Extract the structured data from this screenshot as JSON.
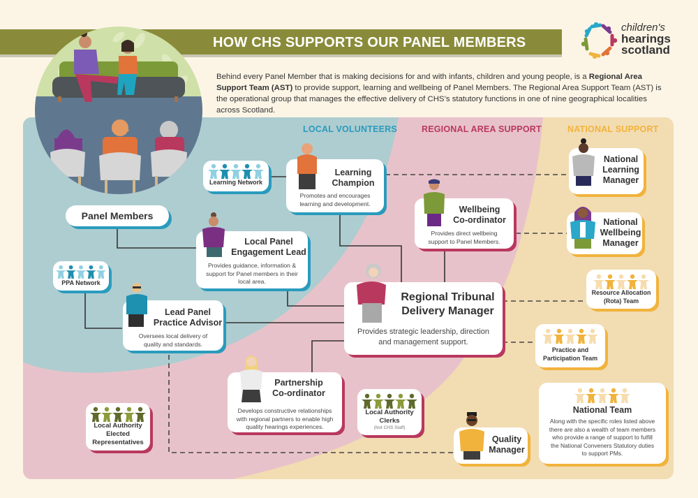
{
  "header": {
    "title": "HOW CHS SUPPORTS OUR PANEL MEMBERS",
    "logo": {
      "line1": "children's",
      "line2": "hearings",
      "line3": "scotland",
      "icon": "ring-of-people-logo"
    }
  },
  "intro": {
    "part1": "Behind every Panel Member that is making decisions for and with infants, children and young people, is a ",
    "bold": "Regional Area Support Team (AST)",
    "part2": " to provide support, learning and wellbeing of Panel Members. The Regional Area Support Team (AST) is the operational group that manages the effective delivery of CHS’s statutory functions in one of nine geographical localities across Scotland."
  },
  "zones": {
    "local": {
      "label": "LOCAL VOLUNTEERS",
      "color": "#2a9bbd"
    },
    "regional": {
      "label": "REGIONAL  AREA SUPPORT",
      "color": "#b9385e"
    },
    "national": {
      "label": "NATIONAL SUPPORT",
      "color": "#f1b33c"
    }
  },
  "colors": {
    "title_bar": "#8a8b3a",
    "local_bg": "#aecdd0",
    "regional_bg": "#e8c2ca",
    "national_bg": "#f2dcb2",
    "page_bg": "#fcf5e6"
  },
  "nodes": {
    "panel_members": {
      "title": "Panel Members"
    },
    "learning_network": {
      "title": "Learning Network",
      "icon": "people-chain-icon"
    },
    "learning_champion": {
      "title_1": "Learning",
      "title_2": "Champion",
      "desc_1": "Promotes and encourages",
      "desc_2": "learning and development."
    },
    "local_panel_engagement_lead": {
      "title_1": "Local Panel",
      "title_2": "Engagement Lead",
      "desc_1": "Provides guidance, information &",
      "desc_2": "support for Panel members in their",
      "desc_3": "local area."
    },
    "ppa_network": {
      "title": "PPA Network",
      "icon": "people-chain-icon"
    },
    "lead_panel_practice_advisor": {
      "title_1": "Lead Panel",
      "title_2": "Practice Advisor",
      "desc_1": "Oversees local delivery of",
      "desc_2": "quality and standards."
    },
    "wellbeing_coordinator": {
      "title_1": "Wellbeing",
      "title_2": "Co-ordinator",
      "desc_1": "Provides direct wellbeing",
      "desc_2": "support to Panel Members."
    },
    "regional_tribunal_delivery_manager": {
      "title_1": "Regional Tribunal",
      "title_2": "Delivery Manager",
      "desc_1": "Provides strategic leadership, direction",
      "desc_2": "and management support."
    },
    "partnership_coordinator": {
      "title_1": "Partnership",
      "title_2": "Co-ordinator",
      "desc_1": "Develops constructive relationships",
      "desc_2": "with regional partners to enable high",
      "desc_3": "quality hearings experiences."
    },
    "local_authority_clerks": {
      "title_1": "Local Authority",
      "title_2": "Clerks",
      "sub": "(Not CHS Staff)",
      "icon": "people-chain-icon"
    },
    "local_authority_elected": {
      "title_1": "Local Authority",
      "title_2": "Elected",
      "title_3": "Representatives",
      "icon": "people-chain-icon"
    },
    "national_learning_manager": {
      "title_1": "National",
      "title_2": "Learning",
      "title_3": "Manager"
    },
    "national_wellbeing_manager": {
      "title_1": "National",
      "title_2": "Wellbeing",
      "title_3": "Manager"
    },
    "resource_allocation_team": {
      "title_1": "Resource Allocation",
      "title_2": "(Rota) Team",
      "icon": "people-chain-icon"
    },
    "practice_participation_team": {
      "title_1": "Practice and",
      "title_2": "Participation Team",
      "icon": "people-chain-icon"
    },
    "quality_manager": {
      "title_1": "Quality",
      "title_2": "Manager"
    },
    "national_team": {
      "title": "National Team",
      "desc_1": "Along with the specific roles listed above",
      "desc_2": "there are also a wealth of team members",
      "desc_3": "who provide a range of support to fulfill",
      "desc_4": "the National Conveners Statutory duties",
      "desc_5": "to support PMs.",
      "icon": "people-chain-icon"
    }
  }
}
